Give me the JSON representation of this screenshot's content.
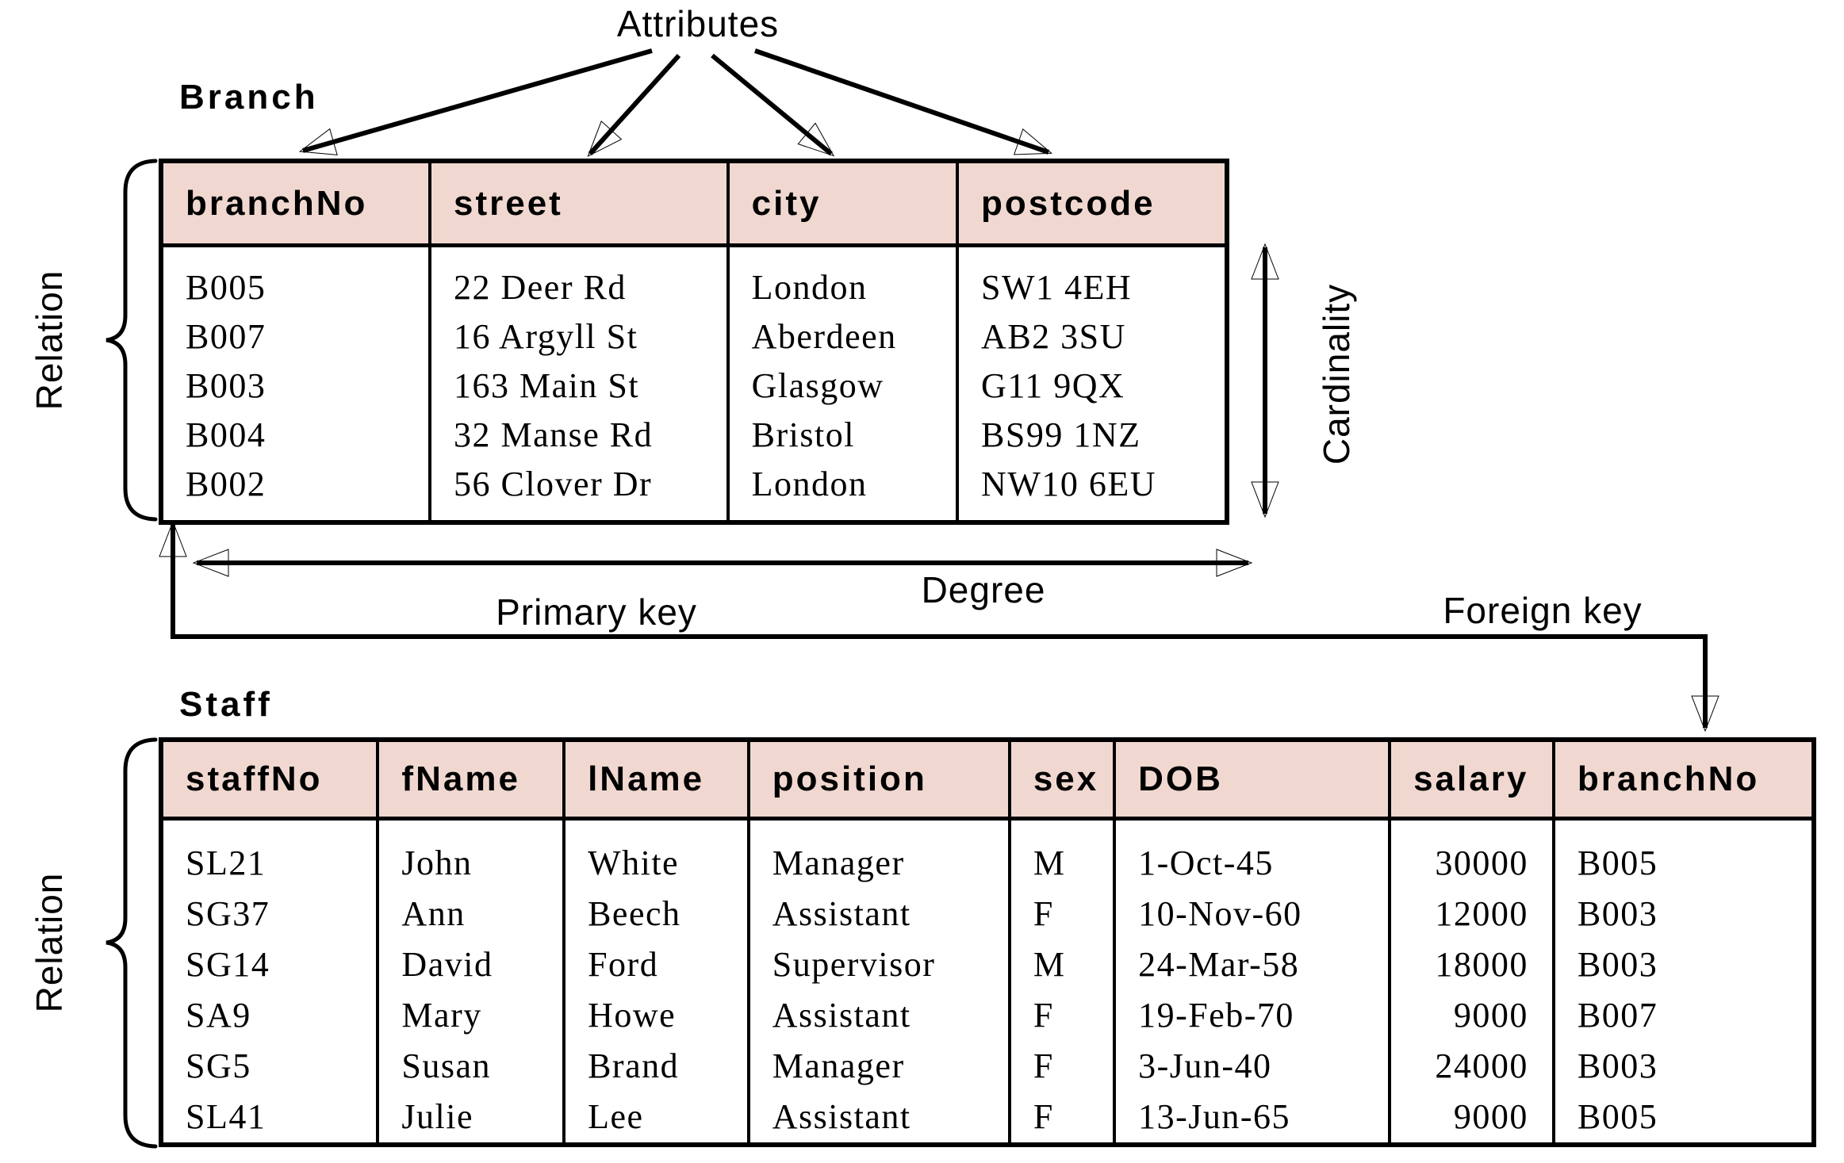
{
  "figure_labels": {
    "attributes": "Attributes",
    "cardinality": "Cardinality",
    "degree": "Degree",
    "primary_key": "Primary key",
    "foreign_key": "Foreign key",
    "relation_branch": "Relation",
    "relation_staff": "Relation"
  },
  "colors": {
    "header_bg": "#f0d8d0",
    "line": "#000000",
    "page_bg": "#ffffff"
  },
  "branch_table": {
    "title": "Branch",
    "columns": [
      "branchNo",
      "street",
      "city",
      "postcode"
    ],
    "rows": [
      [
        "B005",
        "22 Deer Rd",
        "London",
        "SW1 4EH"
      ],
      [
        "B007",
        "16 Argyll St",
        "Aberdeen",
        "AB2 3SU"
      ],
      [
        "B003",
        "163 Main St",
        "Glasgow",
        "G11 9QX"
      ],
      [
        "B004",
        "32 Manse Rd",
        "Bristol",
        "BS99 1NZ"
      ],
      [
        "B002",
        "56 Clover Dr",
        "London",
        "NW10 6EU"
      ]
    ]
  },
  "staff_table": {
    "title": "Staff",
    "columns": [
      "staffNo",
      "fName",
      "lName",
      "position",
      "sex",
      "DOB",
      "salary",
      "branchNo"
    ],
    "rows": [
      [
        "SL21",
        "John",
        "White",
        "Manager",
        "M",
        "1-Oct-45",
        "30000",
        "B005"
      ],
      [
        "SG37",
        "Ann",
        "Beech",
        "Assistant",
        "F",
        "10-Nov-60",
        "12000",
        "B003"
      ],
      [
        "SG14",
        "David",
        "Ford",
        "Supervisor",
        "M",
        "24-Mar-58",
        "18000",
        "B003"
      ],
      [
        "SA9",
        "Mary",
        "Howe",
        "Assistant",
        "F",
        "19-Feb-70",
        "9000",
        "B007"
      ],
      [
        "SG5",
        "Susan",
        "Brand",
        "Manager",
        "F",
        "3-Jun-40",
        "24000",
        "B003"
      ],
      [
        "SL41",
        "Julie",
        "Lee",
        "Assistant",
        "F",
        "13-Jun-65",
        "9000",
        "B005"
      ]
    ]
  }
}
